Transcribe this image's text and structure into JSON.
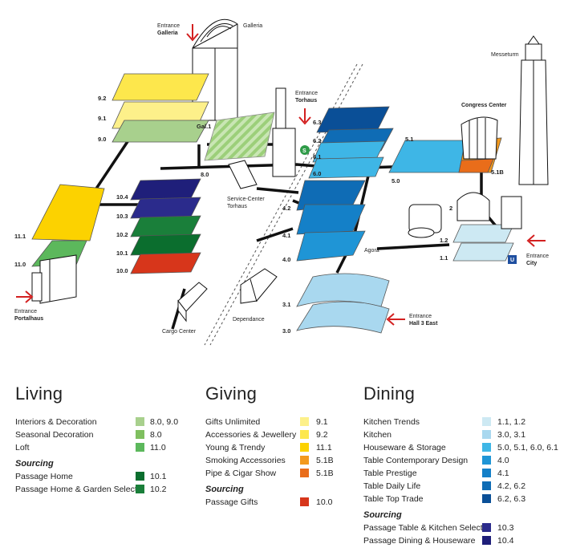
{
  "map": {
    "entrances": {
      "galleria": {
        "title": "Entrance",
        "name": "Galleria"
      },
      "torhaus": {
        "title": "Entrance",
        "name": "Torhaus"
      },
      "portalhaus": {
        "title": "Entrance",
        "name": "Portalhaus"
      },
      "hall3east": {
        "title": "Entrance",
        "name": "Hall 3 East"
      },
      "city": {
        "title": "Entrance",
        "name": "City"
      }
    },
    "buildings": {
      "galleria": "Galleria",
      "messeturm": "Messeturm",
      "congress": "Congress Center",
      "service_1": "Service-Center",
      "service_2": "Torhaus",
      "cargo": "Cargo Center",
      "dependance": "Dependance",
      "agora": "Agora",
      "s_badge": "S",
      "u_badge": "U"
    },
    "levels": {
      "l92": "9.2",
      "l91": "9.1",
      "l90": "9.0",
      "gal1": "Gal.1",
      "l80": "8.0",
      "l104": "10.4",
      "l103": "10.3",
      "l102": "10.2",
      "l101": "10.1",
      "l100": "10.0",
      "l111": "11.1",
      "l110": "11.0",
      "l63": "6.3",
      "l62": "6.2",
      "l61": "6.1",
      "l60": "6.0",
      "l51": "5.1",
      "l50": "5.0",
      "l51b": "5.1B",
      "l42": "4.2",
      "l41": "4.1",
      "l40": "4.0",
      "l31": "3.1",
      "l30": "3.0",
      "l12": "1.2",
      "l11": "1.1",
      "l2": "2"
    }
  },
  "colors": {
    "g80": "#a8d08d",
    "g80s": "#7fbf5f",
    "g110": "#5cb85c",
    "g101": "#0b6e2e",
    "g102": "#1a7f3a",
    "y91": "#fdf08a",
    "y92": "#fde74c",
    "y111": "#fcd200",
    "o51b": "#f39a1e",
    "o51bp": "#e96d1a",
    "r100": "#d7361b",
    "nv103": "#2b2b8c",
    "nv104": "#1f1f7a",
    "b11": "#cde9f3",
    "b30": "#a9d8ef",
    "b50": "#3eb6e6",
    "b40": "#1f95d6",
    "b41": "#1480c8",
    "b42": "#0f6cb5",
    "b63": "#0a4f97"
  },
  "legend": {
    "living": {
      "title": "Living",
      "items": [
        {
          "name": "Interiors & Decoration",
          "halls": "8.0, 9.0",
          "color": "#a8d08d"
        },
        {
          "name": "Seasonal Decoration",
          "halls": "8.0",
          "color": "#7fbf5f"
        },
        {
          "name": "Loft",
          "halls": "11.0",
          "color": "#5cb85c"
        }
      ],
      "sourcing_title": "Sourcing",
      "sourcing": [
        {
          "name": "Passage Home",
          "halls": "10.1",
          "color": "#0b6e2e"
        },
        {
          "name": "Passage Home & Garden Select",
          "halls": "10.2",
          "color": "#1a7f3a"
        }
      ]
    },
    "giving": {
      "title": "Giving",
      "items": [
        {
          "name": "Gifts Unlimited",
          "halls": "9.1",
          "color": "#fdf08a"
        },
        {
          "name": "Accessories & Jewellery",
          "halls": "9.2",
          "color": "#fde74c"
        },
        {
          "name": "Young & Trendy",
          "halls": "11.1",
          "color": "#fcd200"
        },
        {
          "name": "Smoking Accessories",
          "halls": "5.1B",
          "color": "#f39a1e"
        },
        {
          "name": "Pipe & Cigar Show",
          "halls": "5.1B",
          "color": "#e96d1a"
        }
      ],
      "sourcing_title": "Sourcing",
      "sourcing": [
        {
          "name": "Passage Gifts",
          "halls": "10.0",
          "color": "#d7361b"
        }
      ]
    },
    "dining": {
      "title": "Dining",
      "items": [
        {
          "name": "Kitchen Trends",
          "halls": "1.1, 1.2",
          "color": "#cde9f3"
        },
        {
          "name": "Kitchen",
          "halls": "3.0, 3.1",
          "color": "#a9d8ef"
        },
        {
          "name": "Houseware & Storage",
          "halls": "5.0, 5.1, 6.0, 6.1",
          "color": "#3eb6e6"
        },
        {
          "name": "Table Contemporary Design",
          "halls": "4.0",
          "color": "#1f95d6"
        },
        {
          "name": "Table Prestige",
          "halls": "4.1",
          "color": "#1480c8"
        },
        {
          "name": "Table Daily Life",
          "halls": "4.2, 6.2",
          "color": "#0f6cb5"
        },
        {
          "name": "Table Top Trade",
          "halls": "6.2, 6.3",
          "color": "#0a4f97"
        }
      ],
      "sourcing_title": "Sourcing",
      "sourcing": [
        {
          "name": "Passage Table & Kitchen Select",
          "halls": "10.3",
          "color": "#2b2b8c"
        },
        {
          "name": "Passage Dining & Houseware",
          "halls": "10.4",
          "color": "#1f1f7a"
        }
      ]
    }
  }
}
